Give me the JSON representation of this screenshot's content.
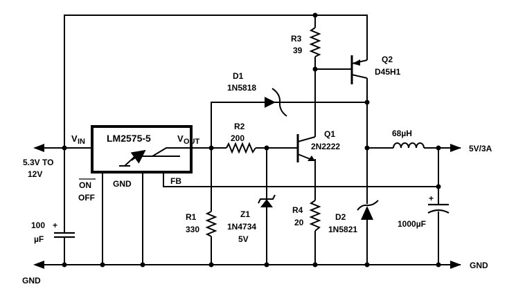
{
  "regulator": {
    "name": "LM2575-5",
    "vin": "V",
    "vin_sub": "IN",
    "vout": "V",
    "vout_sub": "OUT",
    "gnd": "GND",
    "on_off": "ON",
    "off": "OFF",
    "fb": "FB"
  },
  "input": {
    "voltage_line1": "5.3V TO",
    "voltage_line2": "12V",
    "gnd": "GND",
    "cap_value_line1": "100",
    "cap_value_line2": "µF",
    "cap_plus": "+"
  },
  "output": {
    "label": "5V/3A",
    "gnd": "GND"
  },
  "components": {
    "r1": {
      "ref": "R1",
      "value": "330"
    },
    "r2": {
      "ref": "R2",
      "value": "200"
    },
    "r3": {
      "ref": "R3",
      "value": "39"
    },
    "r4": {
      "ref": "R4",
      "value": "20"
    },
    "d1": {
      "ref": "D1",
      "value": "1N5818"
    },
    "d2": {
      "ref": "D2",
      "value": "1N5821"
    },
    "z1": {
      "ref": "Z1",
      "value": "1N4734",
      "voltage": "5V"
    },
    "q1": {
      "ref": "Q1",
      "value": "2N2222"
    },
    "q2": {
      "ref": "Q2",
      "value": "D45H1"
    },
    "l1": {
      "value": "68µH"
    },
    "c_out": {
      "value": "1000µF",
      "plus": "+"
    }
  }
}
